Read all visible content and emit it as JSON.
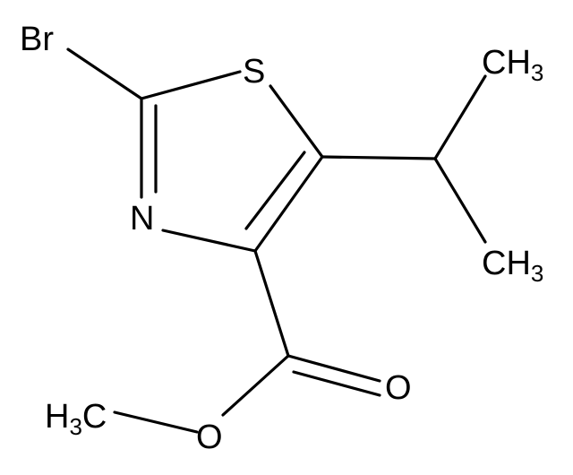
{
  "molecule": {
    "atoms": {
      "bromine": "Br",
      "sulfur": "S",
      "nitrogen": "N",
      "oxygen_carbonyl": "O",
      "oxygen_ester": "O",
      "methyl_top": {
        "main": "CH",
        "sub": "3"
      },
      "methyl_bottom": {
        "main": "CH",
        "sub": "3"
      },
      "methyl_ester": {
        "prefix": "H",
        "sub": "3",
        "suffix": "C"
      }
    },
    "colors": {
      "bond": "#000000",
      "label": "#000000",
      "background": "#ffffff"
    }
  }
}
